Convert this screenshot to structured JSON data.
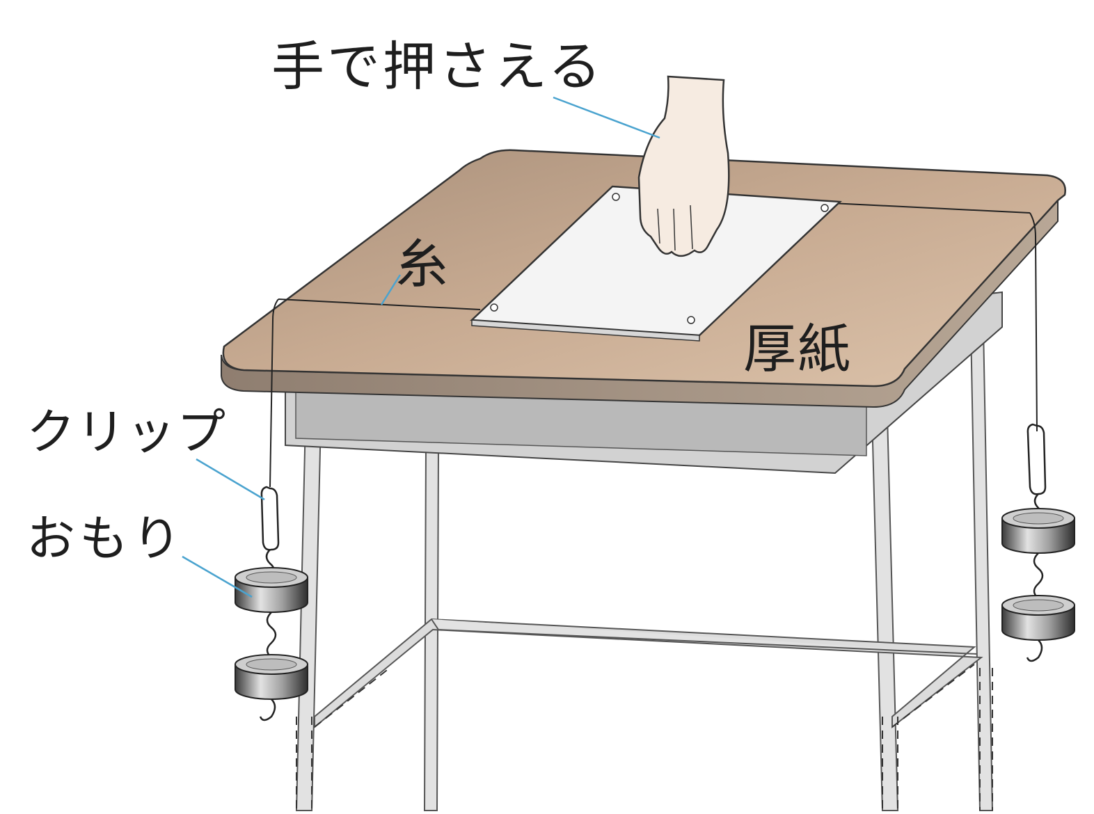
{
  "labels": {
    "hand": "手で押さえる",
    "thread": "糸",
    "cardboard": "厚紙",
    "clip": "クリップ",
    "weight": "おもり"
  },
  "colors": {
    "desk_top": "#c4a68c",
    "desk_edge": "#9c8878",
    "frame": "#d6d6d6",
    "leader_line": "#4aa3cf",
    "paper": "#ffffff",
    "weight_metal": "#8c8c8c",
    "skin": "#f6ebe1"
  },
  "icons": {
    "hand": "pressing-hand",
    "weights": "hanging-weights",
    "clips": "paper-clip"
  }
}
